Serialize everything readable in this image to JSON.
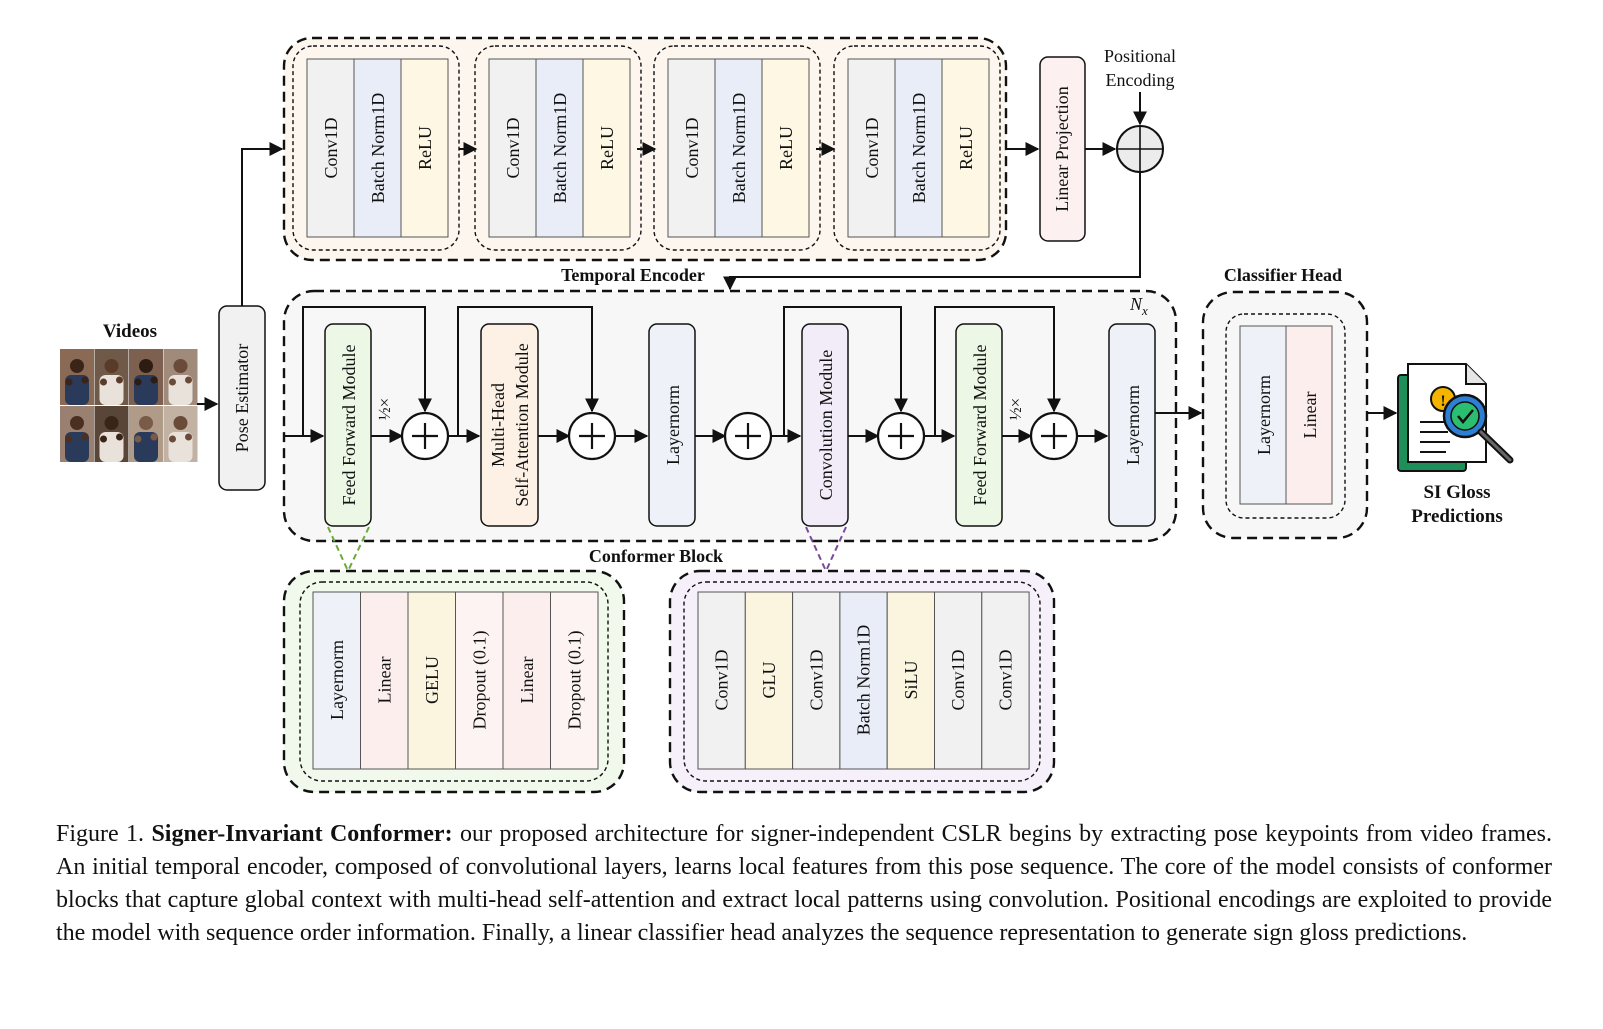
{
  "temporal_encoder": {
    "title": "Temporal Encoder",
    "blocks": [
      [
        "Conv1D",
        "Batch Norm1D",
        "ReLU"
      ],
      [
        "Conv1D",
        "Batch Norm1D",
        "ReLU"
      ],
      [
        "Conv1D",
        "Batch Norm1D",
        "ReLU"
      ],
      [
        "Conv1D",
        "Batch Norm1D",
        "ReLU"
      ]
    ],
    "linear_projection": "Linear Projection",
    "positional_encoding": [
      "Positional",
      "Encoding"
    ]
  },
  "inputs": {
    "videos_label": "Videos",
    "pose_estimator": "Pose Estimator"
  },
  "conformer": {
    "title": "Conformer Block",
    "repeat": "N",
    "repeat_sub": "x",
    "half": "½×",
    "modules": {
      "ffm1": [
        "Feed Forward Module"
      ],
      "mhsa": [
        "Multi-Head",
        "Self-Attention Module"
      ],
      "ln1": [
        "Layernorm"
      ],
      "conv": [
        "Convolution Module"
      ],
      "ffm2": [
        "Feed Forward Module"
      ],
      "ln2": [
        "Layernorm"
      ]
    }
  },
  "classifier": {
    "title": "Classifier Head",
    "layers": [
      "Layernorm",
      "Linear"
    ]
  },
  "output": {
    "label": [
      "SI Gloss",
      "Predictions"
    ]
  },
  "ffm_detail": [
    "Layernorm",
    "Linear",
    "GELU",
    "Dropout (0.1)",
    "Linear",
    "Dropout (0.1)"
  ],
  "conv_detail": [
    "Conv1D",
    "GLU",
    "Conv1D",
    "Batch Norm1D",
    "SiLU",
    "Conv1D",
    "Conv1D"
  ],
  "caption": {
    "prefix": "Figure 1. ",
    "bold": "Signer-Invariant Conformer:",
    "text": " our proposed architecture for signer-independent CSLR begins by extracting pose keypoints from video frames. An initial temporal encoder, composed of convolutional layers, learns local features from this pose sequence. The core of the model consists of conformer blocks that capture global context with multi-head self-attention and extract local patterns using convolution. Positional encodings are exploited to provide the model with sequence order information.  Finally, a linear classifier head analyzes the sequence representation to generate sign gloss predictions."
  },
  "colors": {
    "conv": "#f1f1f1",
    "batchnorm": "#e9edf7",
    "relu": "#fdf7e3",
    "layernorm": "#eef2f8",
    "linear": "#fdeeee",
    "gelu": "#fbf5e0",
    "dropout": "#fdf3f3",
    "ffm": "#edf7e6",
    "mhsa": "#fdf1e6",
    "convmod": "#f2ecf9",
    "ffm_outline": "#6aaa3a",
    "conv_outline": "#7a4a9a"
  },
  "icons": [
    "video-grid-icon",
    "report-check-icon",
    "sum-icon"
  ]
}
